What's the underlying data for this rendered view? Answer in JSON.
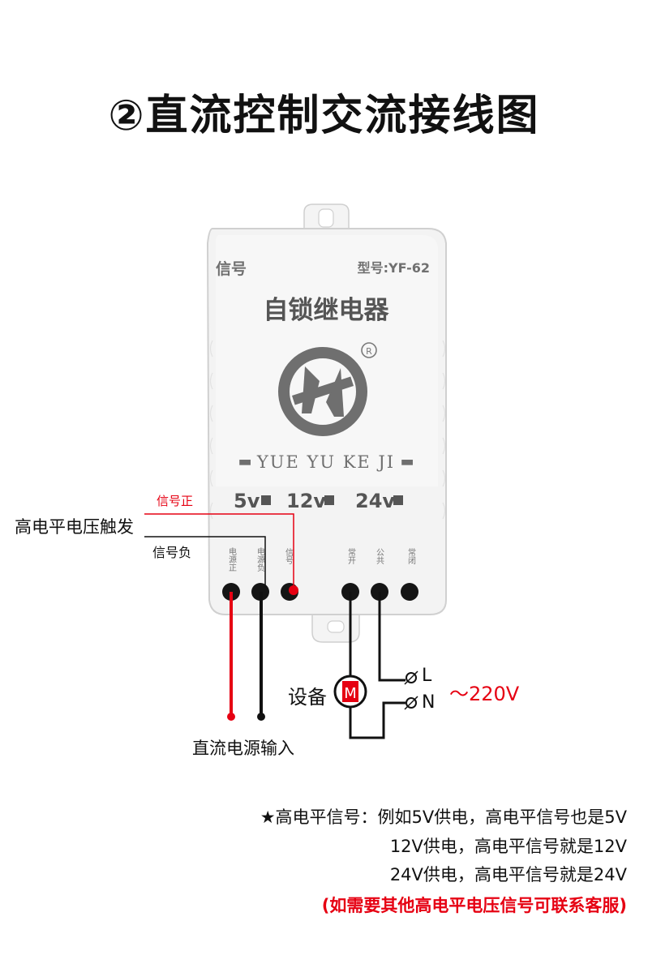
{
  "title": "②直流控制交流接线图",
  "device": {
    "signal_corner": "信号",
    "model": "型号:YF-62",
    "name": "自锁继电器",
    "registered_mark": "R",
    "brand_text": "YUE YU KE JI",
    "brand_dash_left": "▬",
    "brand_dash_right": "▬",
    "voltages": [
      "5v",
      "12v",
      "24v"
    ],
    "terminal_labels": [
      "电源正",
      "电源负",
      "信号",
      "常开",
      "公共",
      "常闭"
    ]
  },
  "labels": {
    "signal_positive": "信号正",
    "high_level_trigger": "高电平电压触发",
    "signal_negative": "信号负",
    "dc_input": "直流电源输入",
    "device": "设备",
    "motor": "M",
    "line_l": "L",
    "line_n": "N",
    "ac_voltage": "～220V"
  },
  "notes": [
    "★高电平信号：例如5V供电，高电平信号也是5V",
    "12V供电，高电平信号就是12V",
    "24V供电，高电平信号就是24V"
  ],
  "contact_note": "(如需要其他高电平电压信号可联系客服)",
  "colors": {
    "red": "#e60012",
    "wire": "#111111",
    "device_body": "#f2f2f2",
    "device_text": "#6b6b6b"
  }
}
